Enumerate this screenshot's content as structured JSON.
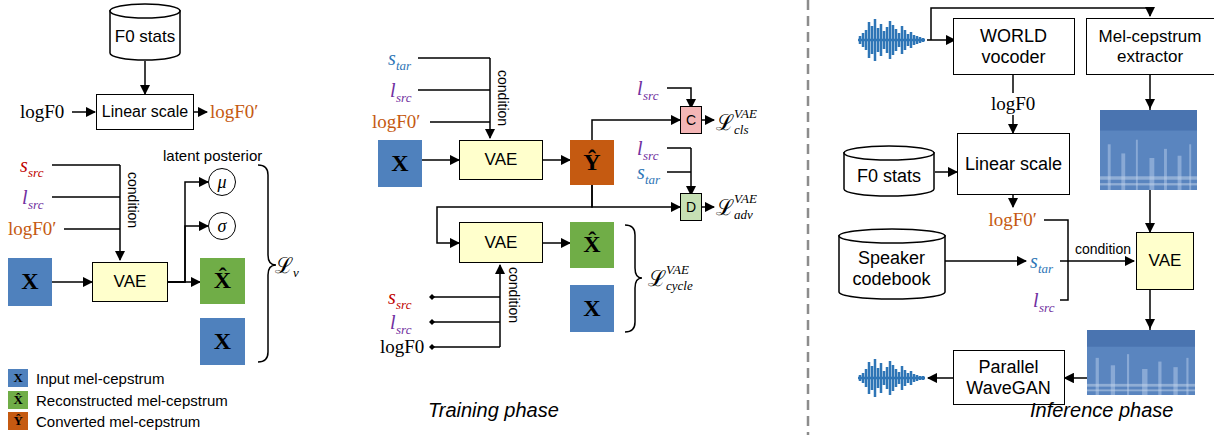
{
  "diagram": {
    "nodes": [
      {
        "text": [
          "F0 stats"
        ]
      },
      {
        "text": [
          "Linear scale"
        ]
      },
      {
        "text": [
          "X"
        ]
      },
      {
        "text": [
          "VAE"
        ]
      },
      {
        "text": [
          "μ"
        ]
      },
      {
        "text": [
          "σ"
        ]
      },
      {
        "text": [
          "X̂"
        ]
      },
      {
        "text": [
          "X"
        ]
      },
      {
        "text": [
          "X"
        ]
      },
      {
        "text": [
          "VAE"
        ]
      },
      {
        "text": [
          "Ŷ"
        ]
      },
      {
        "text": [
          "C"
        ]
      },
      {
        "text": [
          "D"
        ]
      },
      {
        "text": [
          "VAE"
        ]
      },
      {
        "text": [
          "X̂"
        ]
      },
      {
        "text": [
          "X"
        ]
      },
      {
        "text": [
          "WORLD vocoder"
        ]
      },
      {
        "text": [
          "Mel-cepstrum extractor"
        ]
      },
      {
        "text": [
          "F0 stats"
        ]
      },
      {
        "text": [
          "Linear scale"
        ]
      },
      {
        "text": [
          "Speaker codebook"
        ]
      },
      {
        "text": [
          "VAE"
        ]
      },
      {
        "text": [
          "Parallel WaveGAN"
        ]
      }
    ],
    "edges": [
      {
        "from": 0,
        "to": 1,
        "arrow": "to"
      },
      {
        "from": 2,
        "to": 3,
        "arrow": "to"
      },
      {
        "from": 3,
        "to": 4,
        "arrow": "to"
      },
      {
        "from": 3,
        "to": 5,
        "arrow": "to"
      },
      {
        "from": 3,
        "to": 6,
        "arrow": "to"
      },
      {
        "from": 8,
        "to": 9,
        "arrow": "to"
      },
      {
        "from": 9,
        "to": 10,
        "arrow": "to"
      },
      {
        "from": 10,
        "to": 11,
        "arrow": "to"
      },
      {
        "from": 10,
        "to": 12,
        "arrow": "to"
      },
      {
        "from": 10,
        "to": 13,
        "arrow": "to"
      },
      {
        "from": 13,
        "to": 14,
        "arrow": "to"
      },
      {
        "from": 16,
        "to": 19,
        "label": "logF0",
        "arrow": "to"
      },
      {
        "from": 18,
        "to": 19,
        "arrow": "to"
      },
      {
        "from": 17,
        "to": 21,
        "arrow": "to"
      },
      {
        "from": 21,
        "to": 22,
        "arrow": "to"
      }
    ],
    "labels": [
      "logF0",
      "logF0′",
      "s",
      "src",
      "l",
      "src",
      "logF0′",
      "condition",
      "latent posterior",
      "ℒ",
      "v",
      "X",
      "X̂",
      "Ŷ",
      "Training phase",
      "s",
      "tar",
      "l",
      "src",
      "logF0′",
      "condition",
      "l",
      "src",
      "ℒ",
      "VAE",
      "cls",
      "l",
      "src",
      "s",
      "tar",
      "ℒ",
      "VAE",
      "adv",
      "ℒ",
      "VAE",
      "cycle",
      "s",
      "src",
      "l",
      "src",
      "logF0",
      "condition",
      "logF0′",
      "condition",
      "s",
      "tar",
      "l",
      "src",
      "Inference phase"
    ],
    "legend": [
      {
        "text": "Input mel-cepstrum",
        "color": "#4f81bd"
      },
      {
        "text": "Reconstructed mel-cepstrum",
        "color": "#70ad47"
      },
      {
        "text": "Converted mel-cepstrum",
        "color": "#c55a11"
      }
    ]
  }
}
